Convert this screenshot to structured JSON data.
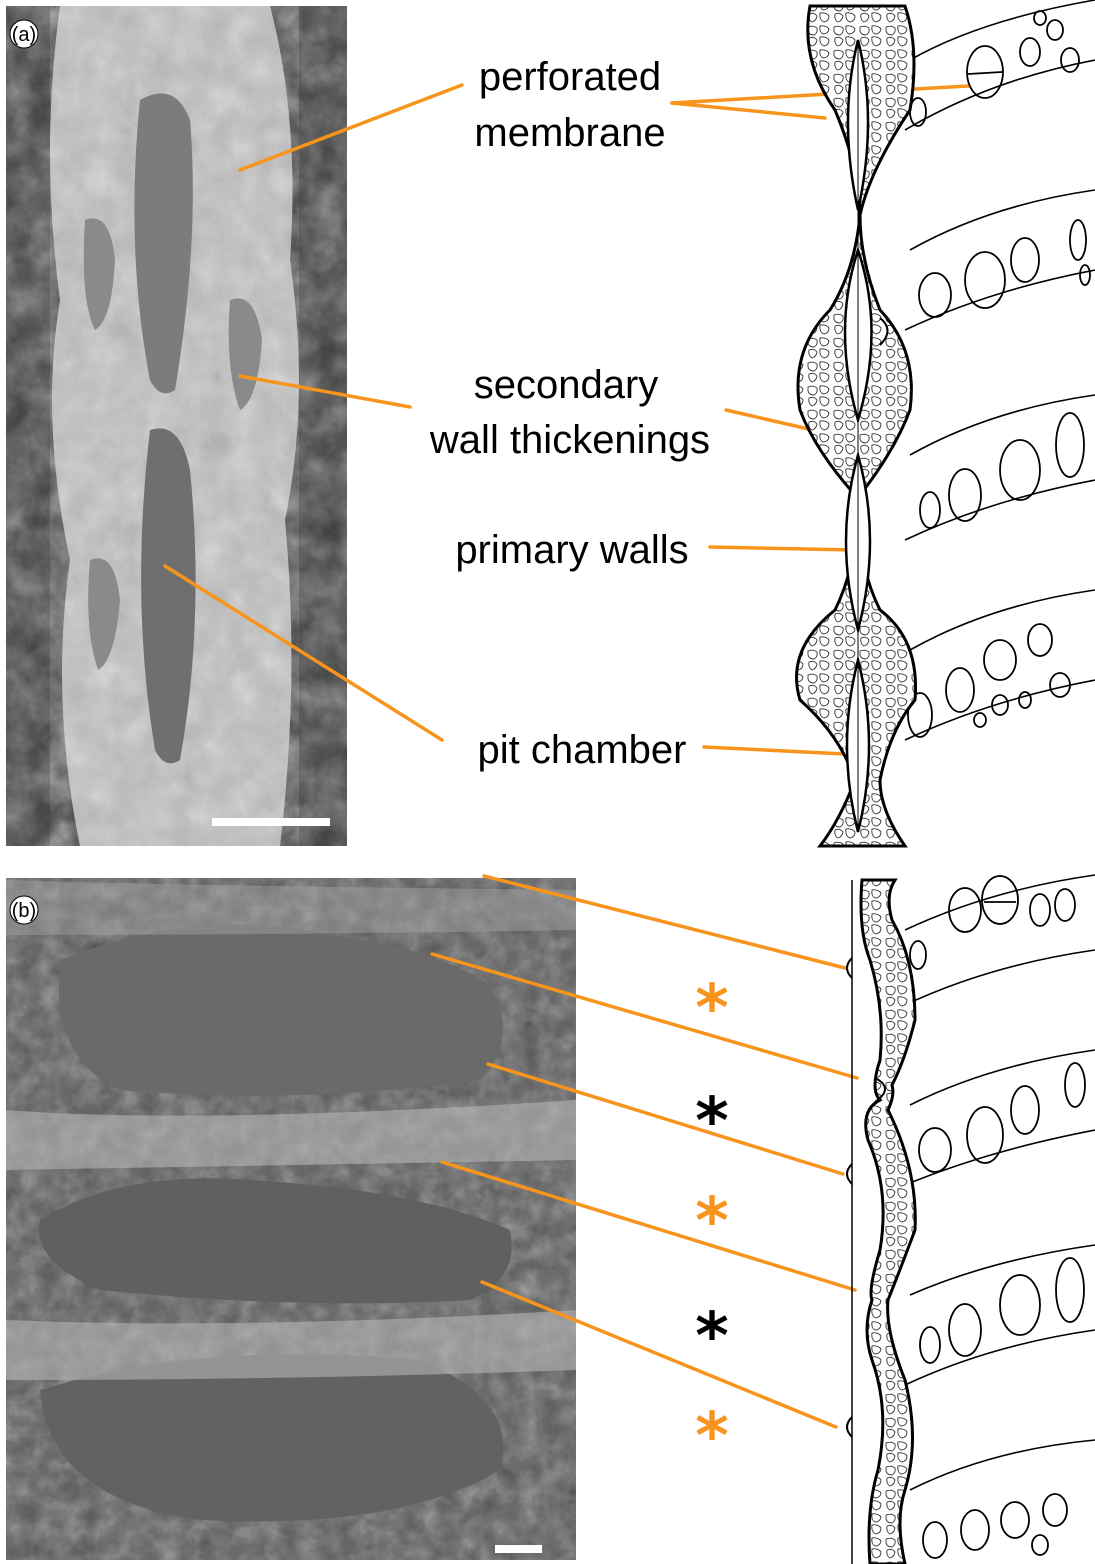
{
  "panel_a": {
    "letter": "(a)",
    "labels": {
      "perforated_membrane": [
        "perforated",
        "membrane"
      ],
      "secondary_wall_thickenings": [
        "secondary",
        "wall thickenings"
      ],
      "primary_walls": "primary walls",
      "pit_chamber": "pit chamber"
    }
  },
  "panel_b": {
    "letter": "(b)",
    "asterisks": [
      {
        "symbol": "*",
        "color": "#f7941d"
      },
      {
        "symbol": "*",
        "color": "#000000"
      },
      {
        "symbol": "*",
        "color": "#f7941d"
      },
      {
        "symbol": "*",
        "color": "#000000"
      },
      {
        "symbol": "*",
        "color": "#f7941d"
      }
    ]
  },
  "colors": {
    "leader": "#f7941d",
    "micrograph_a": "light grey SEM texture",
    "micrograph_b": "dark grey SEM texture"
  }
}
